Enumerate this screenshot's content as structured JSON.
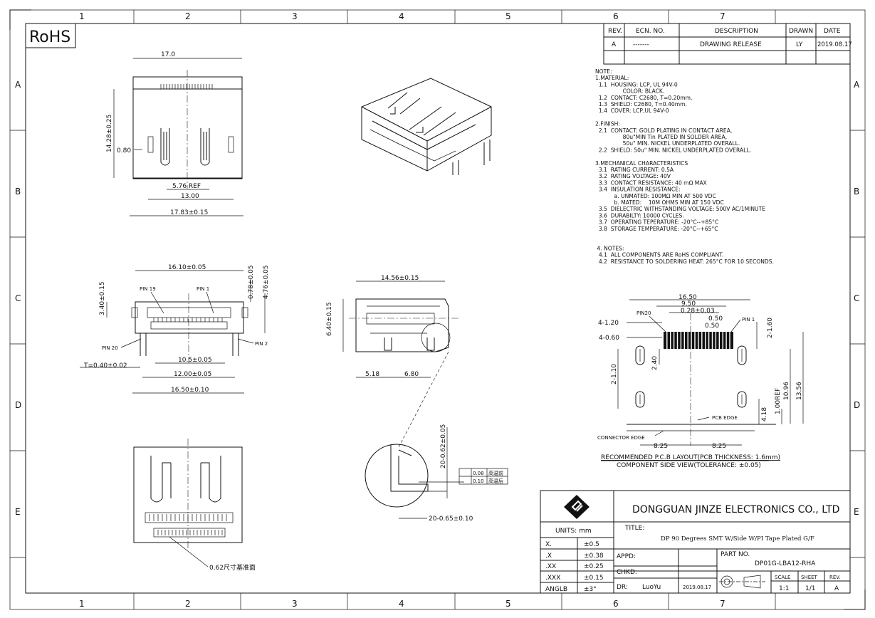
{
  "rohs": "RoHS",
  "grid": {
    "cols": [
      "1",
      "2",
      "3",
      "4",
      "5",
      "6",
      "7"
    ],
    "rows": [
      "A",
      "B",
      "C",
      "D",
      "E"
    ]
  },
  "revision_table": {
    "headers": {
      "rev": "REV.",
      "ecn": "ECN. NO.",
      "desc": "DESCRIPTION",
      "drawn": "DRAWN",
      "date": "DATE"
    },
    "rows": [
      {
        "rev": "A",
        "ecn": "-------",
        "desc": "DRAWING RELEASE",
        "drawn": "LY",
        "date": "2019.08.17"
      }
    ]
  },
  "notes": [
    "NOTE:",
    "1.MATERIAL:",
    "  1.1  HOUSING: LCP, UL 94V-0",
    "                COLOR: BLACK.",
    "  1.2  CONTACT: C2680, T=0.20mm.",
    "  1.3  SHIELD: C2680, T=0.40mm.",
    "  1.4  COVER: LCP,UL 94V-0",
    "",
    "2.FINISH:",
    "  2.1  CONTACT: GOLD PLATING IN CONTACT AREA,",
    "                80u\"MIN Tin PLATED IN SOLDER AREA,",
    "                50u\" MIN. NICKEL UNDERPLATED OVERALL.",
    "  2.2  SHIELD: 50u\" MIN. NICKEL UNDERPLATED OVERALL.",
    "",
    "3.MECHANICAL CHARACTERISTICS",
    "  3.1  RATING CURRENT: 0.5A",
    "  3.2  RATING VOLTAGE: 40V",
    "  3.3  CONTACT RESISTANCE: 40 mΩ MAX",
    "  3.4  INSULATION RESISTANCE:",
    "           a. UNMATED: 100MΩ MIN AT 500 VDC",
    "           b. MATED:    10M OHMS MIN AT 150 VDC",
    "  3.5  DIELECTRIC WITHSTANDING VOLTAGE: 500V AC/1MINUTE",
    "  3.6  DURABILTY: 10000 CYCLES.",
    "  3.7  OPERATING TEPERATURE: -20°C--+85°C",
    "  3.8  STORAGE TEMPERATURE: -20°C--+65°C",
    "",
    "",
    " 4. NOTES:",
    "  4.1  ALL COMPONENTS ARE RoHS COMPLIANT.",
    "  4.2  RESISTANCE TO SOLDERING HEAT: 265°C FOR 10 SECONDS."
  ],
  "top_view": {
    "w1": "17.0",
    "h1": "14.28±0.25",
    "w_inner": "0.80",
    "ref": "5.76 REF",
    "w2": "13.00",
    "w3": "17.83±0.15"
  },
  "front_view": {
    "w1": "16.10±0.05",
    "h1": "3.40±0.15",
    "h2": "0.78±0.05",
    "h3": "4.76±0.05",
    "pin19": "PIN 19",
    "pin1": "PIN 1",
    "pin20": "PIN 20",
    "pin2": "PIN 2",
    "t": "T=0.40±0.02",
    "w2": "10.5±0.05",
    "w3": "12.00±0.05",
    "w4": "16.50±0.10"
  },
  "side_view": {
    "w1": "14.56±0.15",
    "h1": "6.40±0.15",
    "w2": "5.18",
    "w3": "6.80"
  },
  "detail": {
    "d1": "20-0.62±0.05",
    "tol1": "0.08",
    "tol1_note": "高温前",
    "tol2": "0.10",
    "tol2_note": "高温后",
    "d2": "20-0.65±0.10"
  },
  "bottom_view": {
    "ref_plane": "0.62尺寸基准面"
  },
  "pcb_layout": {
    "w1": "16.50",
    "w2": "9.50",
    "w3": "0.28±0.03",
    "w4": "0.50",
    "w5": "0.50",
    "pin20": "PIN20",
    "pin1": "PIN 1",
    "d1": "4-1.20",
    "d2": "4-0.60",
    "d3": "2-1.60",
    "d4": "2.40",
    "d5": "2-1.10",
    "d6": "10.96",
    "d7": "13.56",
    "d8": "1.00REF",
    "d9": "4.18",
    "pcb_edge": "PCB EDGE",
    "conn_edge": "CONNECTOR EDGE",
    "d10": "8.25",
    "d11": "8.25",
    "caption1": "RECOMMENDED P.C.B LAYOUT(PCB THICKNESS: 1.6mm)",
    "caption2": "COMPONENT SIDE VIEW(TOLERANCE: ±0.05)"
  },
  "title_block": {
    "company": "DONGGUAN JINZE ELECTRONICS CO., LTD",
    "units": "UNITS:  mm",
    "tolerances": [
      {
        "k": "X.",
        "v": "±0.5"
      },
      {
        "k": ".X",
        "v": "±0.38"
      },
      {
        "k": ".XX",
        "v": "±0.25"
      },
      {
        "k": ".XXX",
        "v": "±0.15"
      },
      {
        "k": "ANGLB",
        "v": "±3°"
      }
    ],
    "title_label": "TITLE:",
    "title": "DP 90 Degrees SMT W/Side W/PI Tape Plated G/F",
    "appd": "APPD:",
    "chkd": "CHKD:",
    "dr": "DR:",
    "drawer": "LuoYu",
    "date": "2019.08.17",
    "part_label": "PART NO.",
    "part_no": "DP01G-LBA12-RHA",
    "scale_label": "SCALE",
    "sheet_label": "SHEET",
    "rev_label": "REV.",
    "scale": "1:1",
    "sheet": "1/1",
    "rev": "A"
  }
}
